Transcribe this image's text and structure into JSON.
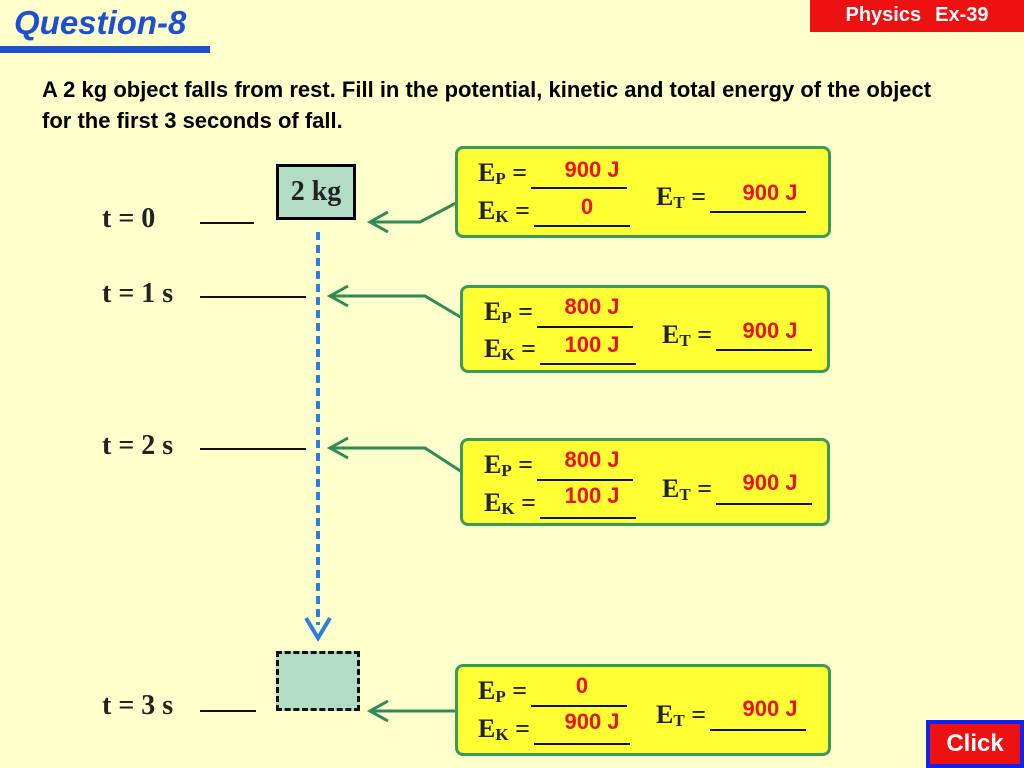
{
  "header": {
    "title": "Question-8",
    "badge": {
      "subject": "Physics",
      "code": "Ex-39"
    }
  },
  "question": "A 2 kg object falls from rest.  Fill in the potential, kinetic and total energy of the object for the first 3 seconds of fall.",
  "mass_label": "2 kg",
  "timeline": [
    {
      "time_label": "t = 0",
      "ep_label": "E",
      "ep_sub": "P",
      "ek_label": "E",
      "ek_sub": "K",
      "et_label": "E",
      "et_sub": "T",
      "ep": "900 J",
      "ek": "0",
      "et": "900 J"
    },
    {
      "time_label": "t = 1 s",
      "ep_label": "E",
      "ep_sub": "P",
      "ek_label": "E",
      "ek_sub": "K",
      "et_label": "E",
      "et_sub": "T",
      "ep": "800 J",
      "ek": "100 J",
      "et": "900 J"
    },
    {
      "time_label": "t = 2 s",
      "ep_label": "E",
      "ep_sub": "P",
      "ek_label": "E",
      "ek_sub": "K",
      "et_label": "E",
      "et_sub": "T",
      "ep": "800 J",
      "ek": "100 J",
      "et": "900 J"
    },
    {
      "time_label": "t = 3 s",
      "ep_label": "E",
      "ep_sub": "P",
      "ek_label": "E",
      "ek_sub": "K",
      "et_label": "E",
      "et_sub": "T",
      "ep": "0",
      "ek": "900 J",
      "et": "900 J"
    }
  ],
  "eq_sign": "=",
  "click_button": "Click",
  "colors": {
    "background": "#ffffcc",
    "title": "#1f4fd1",
    "answer": "#ee1111",
    "box_fill": "#ffff33",
    "box_border": "#3a9a5a",
    "arrow": "#2e8b57",
    "fall_path": "#2a7de1"
  }
}
